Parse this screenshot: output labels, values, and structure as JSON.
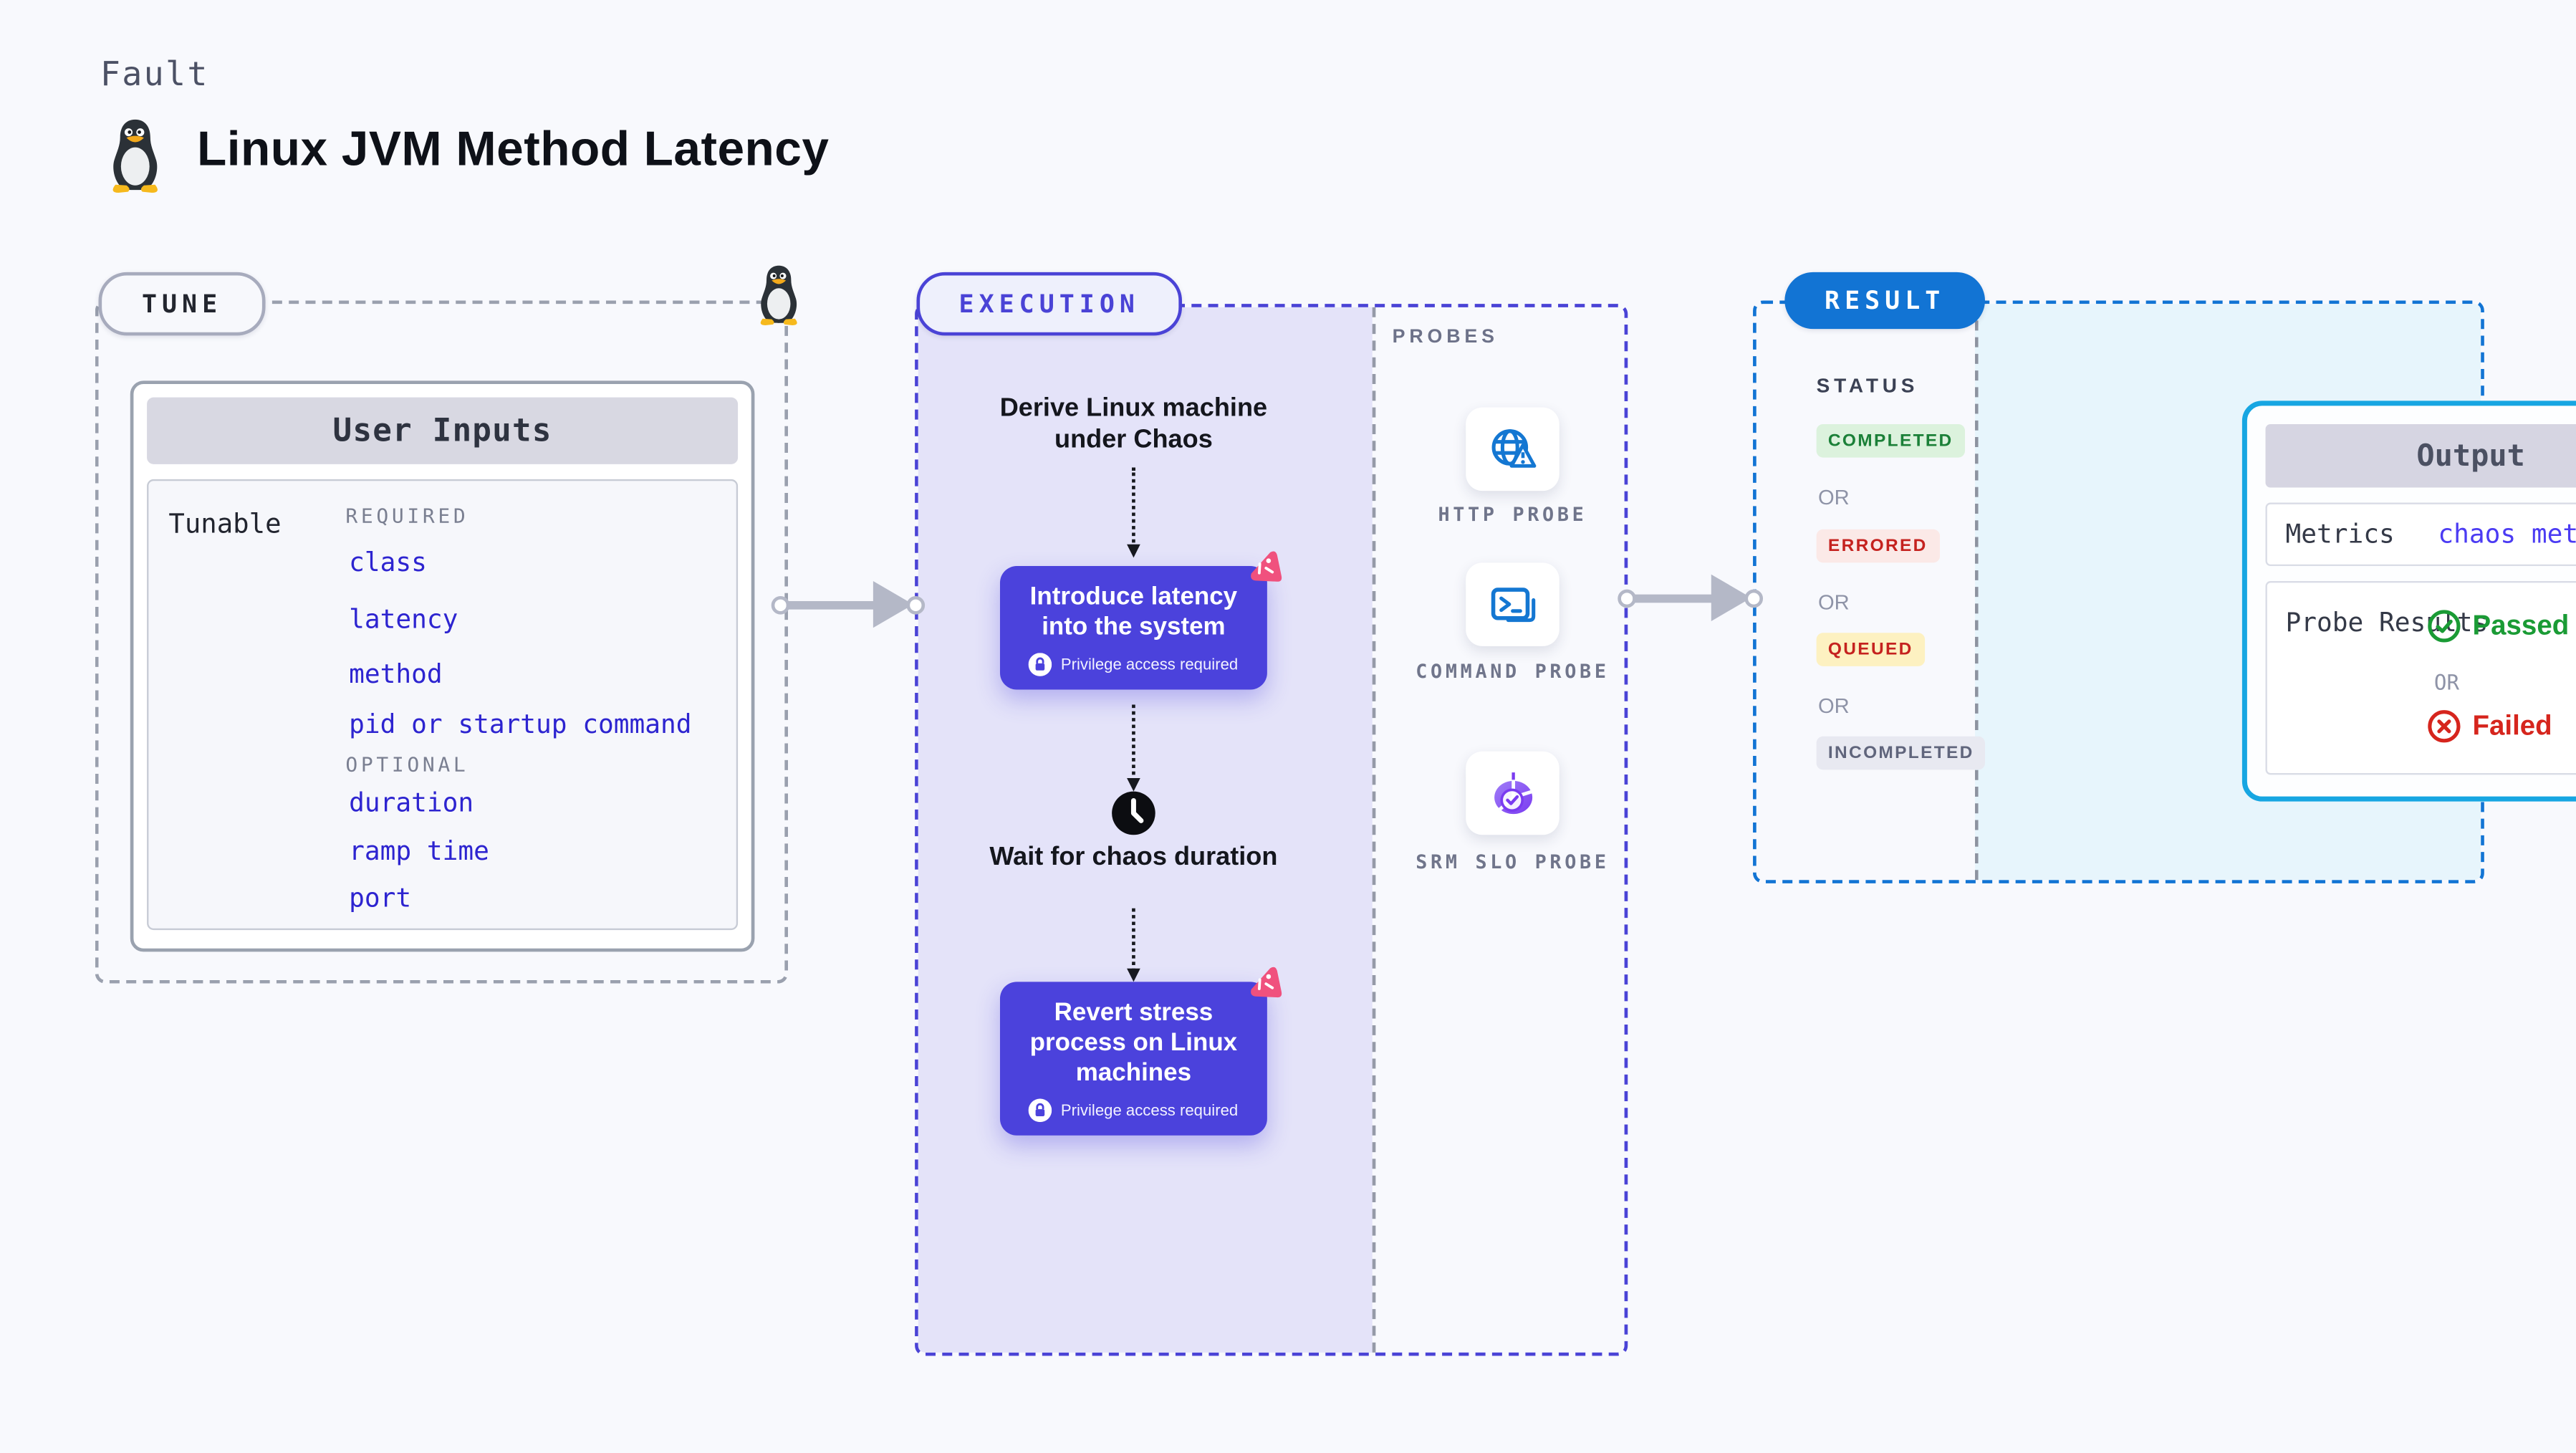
{
  "page": {
    "kicker": "Fault",
    "title": "Linux JVM Method Latency"
  },
  "tune": {
    "label": "TUNE",
    "card_title": "User Inputs",
    "row_label": "Tunable",
    "required_label": "REQUIRED",
    "required_items": [
      "class",
      "latency",
      "method",
      "pid or startup command"
    ],
    "optional_label": "OPTIONAL",
    "optional_items": [
      "duration",
      "ramp time",
      "port"
    ]
  },
  "execution": {
    "label": "EXECUTION",
    "step1": "Derive Linux machine under Chaos",
    "action1": "Introduce latency into the system",
    "privilege_note": "Privilege access required",
    "wait_step": "Wait for chaos duration",
    "action2": "Revert stress process on Linux machines"
  },
  "probes": {
    "label": "PROBES",
    "items": [
      {
        "name": "HTTP PROBE",
        "icon": "globe-alert-icon"
      },
      {
        "name": "COMMAND PROBE",
        "icon": "terminal-icon"
      },
      {
        "name": "SRM SLO PROBE",
        "icon": "slo-pie-icon"
      }
    ]
  },
  "result": {
    "label": "RESULT",
    "status_label": "STATUS",
    "or_label": "OR",
    "statuses": [
      {
        "text": "COMPLETED",
        "type": "completed"
      },
      {
        "text": "ERRORED",
        "type": "errored"
      },
      {
        "text": "QUEUED",
        "type": "queued"
      },
      {
        "text": "INCOMPLETED",
        "type": "incompleted"
      }
    ],
    "output": {
      "title": "Output",
      "metrics_label": "Metrics",
      "metrics_value": "chaos metrics",
      "probe_results_label": "Probe Results",
      "passed": "Passed",
      "or": "OR",
      "failed": "Failed"
    }
  },
  "colors": {
    "background": "#f8f9fd",
    "execution_accent": "#4a43d6",
    "execution_fill": "#e4e3f9",
    "action_box": "#4b42dc",
    "result_accent": "#1274d4",
    "result_fill": "#e7f5fc",
    "output_border": "#17a6e2",
    "tune_link": "#2d24d0",
    "metrics_link": "#4b3bf3",
    "passed_green": "#1a9b35",
    "failed_red": "#d6251d",
    "probe_icon_blue": "#1477d2",
    "chaos_badge_pink": "#f0517e"
  }
}
